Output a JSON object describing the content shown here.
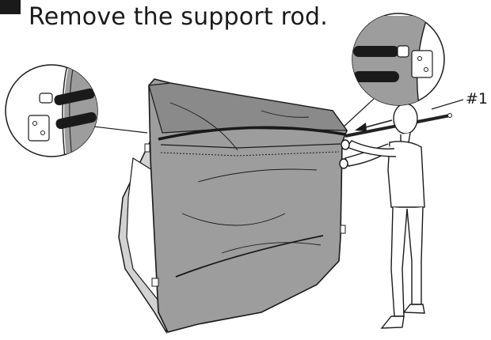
{
  "header": {
    "instruction": "Remove the support rod."
  },
  "callouts": {
    "rod_part_label": "#1"
  },
  "icons": {
    "step_badge": "step-number-badge",
    "left_detail": "hinge-detail-magnifier",
    "right_detail": "rod-end-detail-magnifier",
    "direction": "pull-direction-arrow"
  },
  "colors": {
    "ink": "#1a1a1a",
    "tent_fill": "#9d9d9d",
    "tent_dark": "#8a8a8a",
    "rod": "#222222",
    "background": "#ffffff"
  }
}
